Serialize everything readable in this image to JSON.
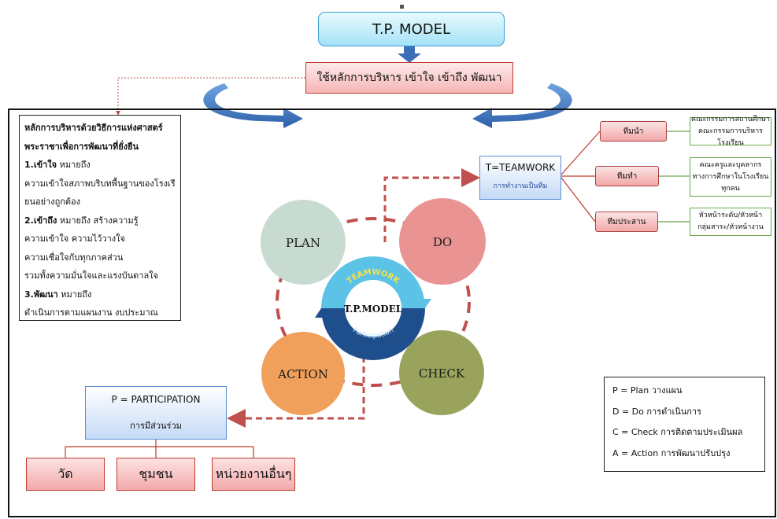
{
  "top": {
    "title": "T.P. MODEL",
    "subtitle": "ใช้หลักการบริหาร เข้าใจ เข้าถึง พัฒนา"
  },
  "principles": {
    "heading_line1": "หลักการบริหารด้วยวิธีการแห่งศาสตร์",
    "heading_line2": "พระราชาเพื่อการพัฒนาที่ยั่งยืน",
    "item1_title": "1.เข้าใจ",
    "item1_suffix": " หมายถึง",
    "item1_line1": "ความเข้าใจสภาพบริบทพื้นฐานของโรงเรี",
    "item1_line2": "ยนอย่างถูกต้อง",
    "item2_title": "2.เข้าถึง",
    "item2_suffix": "  หมายถึง สร้างความรู้",
    "item2_line1": "ความเข้าใจ ความไว้วางใจ",
    "item2_line2": "ความเชื่อใจกับทุกภาคส่วน",
    "item2_line3": "รวมทั้งความมั่นใจและแรงบันดาลใจ",
    "item3_title": "3.พัฒนา",
    "item3_suffix": " หมายถึง",
    "item3_line1": "ดำเนินการตามแผนงาน งบประมาณ"
  },
  "cycle": {
    "plan": "PLAN",
    "do": "DO",
    "check": "CHECK",
    "action": "ACTION",
    "center_title": "T.P.MODEL",
    "arc_top_label": "TEAMWORK",
    "arc_bottom_label": "Participation"
  },
  "teamwork": {
    "title": "T=TEAMWORK",
    "subtitle": "การทำงานเป็นทีม",
    "rows": [
      {
        "team": "ทีมนำ",
        "line1": "คณะกรรมการสถานศึกษา",
        "line2": "คณะกรรมการบริหารโรงเรียน",
        "line3": ""
      },
      {
        "team": "ทีมทำ",
        "line1": "คณะครูและบุคลากร",
        "line2": "ทางการศึกษาในโรงเรียน",
        "line3": "ทุกคน"
      },
      {
        "team": "ทีมประสาน",
        "line1": "หัวหน้าระดับ/หัวหน้า",
        "line2": "กลุ่มสาระ/หัวหน้างาน",
        "line3": ""
      }
    ]
  },
  "participation": {
    "title": "P = PARTICIPATION",
    "subtitle": "การมีส่วนร่วม",
    "units": [
      "วัด",
      "ชุมชน",
      "หน่วยงานอื่นๆ"
    ]
  },
  "legend": {
    "items": [
      "P = Plan วางแผน",
      "D = Do การดำเนินการ",
      "C = Check การติดตามประเมินผล",
      "A = Action การพัฒนาปรับปรุง"
    ]
  },
  "colors": {
    "plan": "#c8dbd0",
    "do": "#e99393",
    "check": "#9aa35b",
    "action": "#f0a05a",
    "dashed": "#c0504d",
    "blue_arrow": "#3b76c0"
  }
}
